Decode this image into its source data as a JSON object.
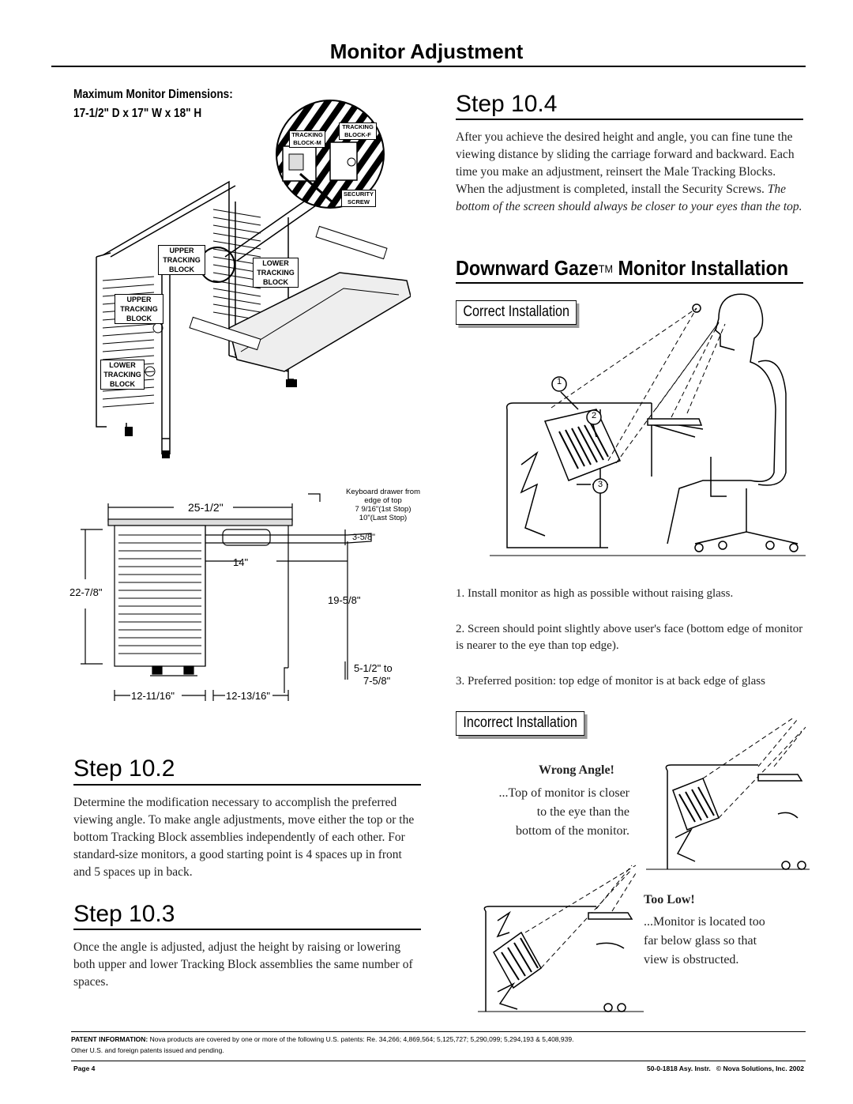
{
  "page_title": "Monitor Adjustment",
  "max_dims": {
    "line1": "Maximum Monitor Dimensions:",
    "line2": "17-1/2\" D x 17\" W x 18\" H"
  },
  "figure_labels": {
    "tracking_block_m": [
      "TRACKING",
      "BLOCK-M"
    ],
    "tracking_block_f": [
      "TRACKING",
      "BLOCK-F"
    ],
    "security_screw": [
      "SECURITY",
      "SCREW"
    ],
    "upper_tracking_block_1": [
      "UPPER",
      "TRACKING",
      "BLOCK"
    ],
    "lower_tracking_block_1": [
      "LOWER",
      "TRACKING",
      "BLOCK"
    ],
    "upper_tracking_block_2": [
      "UPPER",
      "TRACKING",
      "BLOCK"
    ],
    "lower_tracking_block_2": [
      "LOWER",
      "TRACKING",
      "BLOCK"
    ]
  },
  "dimensions": {
    "width_top": "25-1/2\"",
    "kb_note": [
      "Keyboard drawer from",
      "edge of top"
    ],
    "kb_first": "7 9/16\"(1st Stop)",
    "kb_last": "10\"(Last Stop)",
    "d_358": "3-5/8\"",
    "d_14": "14\"",
    "d_2278": "22-7/8\"",
    "d_1958": "19-5/8\"",
    "d_512": "5-1/2\" to",
    "d_758": "7-5/8\"",
    "d_121116": "12-11/16\"",
    "d_121316": "12-13/16\""
  },
  "step_10_2": {
    "title": "Step 10.2",
    "text": "Determine the modification necessary to accomplish the preferred viewing angle. To make angle adjustments, move either the top or the bottom Tracking Block assemblies independently of each other. For standard-size monitors, a good starting point is 4 spaces up in front and 5 spaces up in back."
  },
  "step_10_3": {
    "title": "Step 10.3",
    "text": "Once the angle is adjusted, adjust the height by raising or lowering both upper and lower Tracking Block assemblies the same number of spaces."
  },
  "step_10_4": {
    "title": "Step 10.4",
    "text": "After you achieve the desired height and angle, you can fine tune the viewing distance by sliding the carriage forward and backward. Each time you make an adjustment, reinsert the Male Tracking Blocks. When the adjustment is completed, install the Security Screws.",
    "italic": "The bottom of the screen should always be closer to your eyes than the top."
  },
  "downward_gaze": {
    "title": "Downward Gaze",
    "tm": "TM",
    "title_rest": " Monitor Installation"
  },
  "correct_label": "Correct Installation",
  "incorrect_label": "Incorrect Installation",
  "callouts": [
    "1",
    "2",
    "3"
  ],
  "list": [
    "1. Install monitor as high as possible without raising glass.",
    "2. Screen should point slightly above user's face (bottom edge of monitor is nearer to the eye than top edge).",
    "3. Preferred position: top edge of monitor is at back edge of glass"
  ],
  "wrong_angle": {
    "title": "Wrong Angle!",
    "line1": "...Top of monitor is closer",
    "line2": "to the eye than the",
    "line3": "bottom of the monitor."
  },
  "too_low": {
    "title": "Too Low!",
    "line1": "...Monitor is located too",
    "line2": "far below glass so that",
    "line3": "view is obstructed."
  },
  "footer": {
    "patent_label": "PATENT INFORMATION:",
    "patent_text": " Nova products are covered by one or more of the following U.S. patents: Re. 34,266; 4,869,564; 5,125,727; 5,290,099; 5,294,193 & 5,408,939.",
    "line2": "Other U.S. and foreign patents issued and pending.",
    "page": "Page 4",
    "doc": "50-0-1818 Asy. Instr.",
    "copyright": "© Nova Solutions, Inc. 2002"
  }
}
